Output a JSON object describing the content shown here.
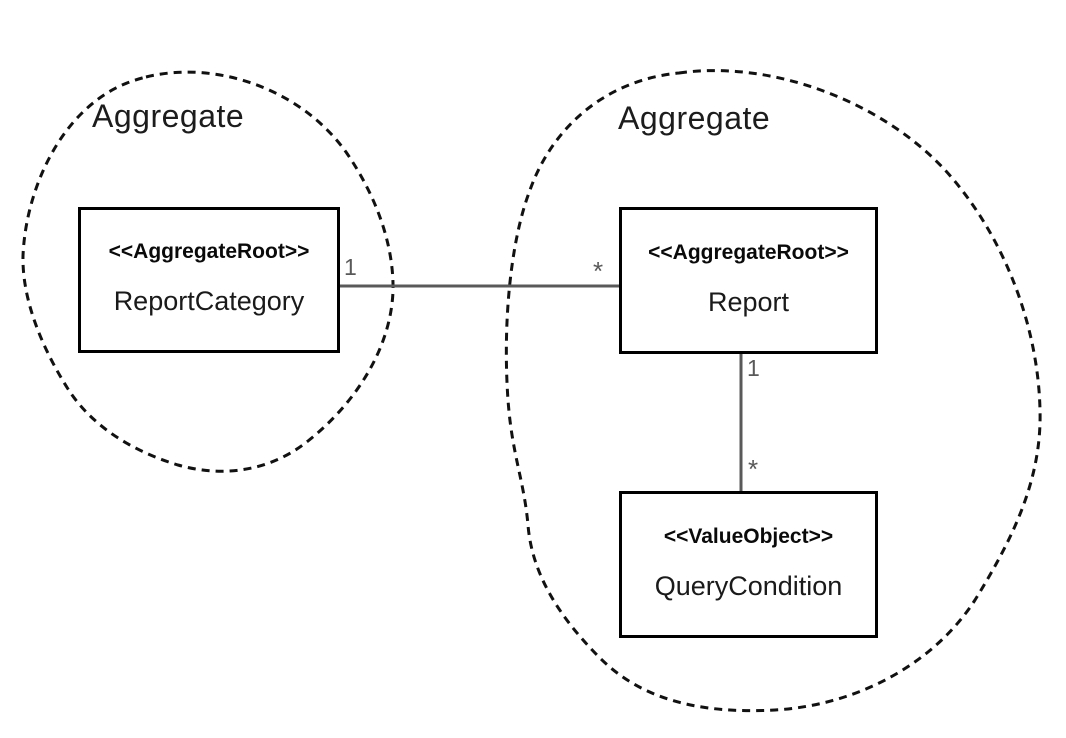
{
  "diagram": {
    "type": "ddd-aggregate-uml-diagram",
    "boundaries": [
      {
        "label": "Aggregate",
        "contains": [
          "ReportCategory"
        ]
      },
      {
        "label": "Aggregate",
        "contains": [
          "Report",
          "QueryCondition"
        ]
      }
    ],
    "entities": [
      {
        "stereotype": "<<AggregateRoot>>",
        "name": "ReportCategory"
      },
      {
        "stereotype": "<<AggregateRoot>>",
        "name": "Report"
      },
      {
        "stereotype": "<<ValueObject>>",
        "name": "QueryCondition"
      }
    ],
    "relations": [
      {
        "from": "ReportCategory",
        "to": "Report",
        "from_label": "1",
        "to_label": "*"
      },
      {
        "from": "Report",
        "to": "QueryCondition",
        "from_label": "1",
        "to_label": "*"
      }
    ],
    "colors": {
      "background": "#ffffff",
      "boundary_stroke": "#111111",
      "box_border": "#000000",
      "association_line": "#595959",
      "multiplicity_text": "#595959",
      "text": "#1a1a1a"
    }
  }
}
